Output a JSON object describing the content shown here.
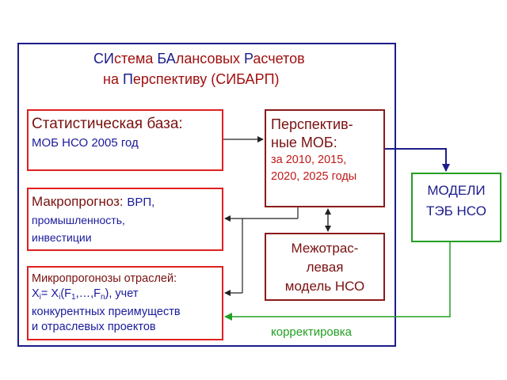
{
  "title": {
    "line1": {
      "p1": "СИ",
      "p2": "стема ",
      "p3": "БА",
      "p4": "лансовых ",
      "p5": "Р",
      "p6": "асчетов"
    },
    "line2": {
      "p1": "на ",
      "p2": "П",
      "p3": "ерспективу (СИБАРП)"
    }
  },
  "stat_box": {
    "heading": "Статистическая база:",
    "subtitle": "МОБ НСО 2005 год"
  },
  "macro_box": {
    "heading": "Макропрогноз: ",
    "heading_rest": "ВРП,",
    "line2": "промышленность,",
    "line3": "инвестиции"
  },
  "micro_box": {
    "line1": "Микропрогонозы отраслей:",
    "formula": {
      "x": "X",
      "i": "i",
      "eq": "= X",
      "i2": "i",
      "open": "(F",
      "one": "1",
      "mid": ",…,F",
      "n": "n",
      "close": "), учет"
    },
    "line3": "конкурентных преимуществ",
    "line4": "и отраслевых проектов"
  },
  "persp_box": {
    "line1": "Перспектив-",
    "line2": "ные МОБ:",
    "line3": "за 2010, 2015,",
    "line4": "2020, 2025 годы"
  },
  "inter_box": {
    "line1": "Межотрас-",
    "line2": "левая",
    "line3": "модель НСО"
  },
  "models_box": {
    "line1": "МОДЕЛИ",
    "line2": "ТЭБ НСО"
  },
  "correction_label": "корректировка",
  "colors": {
    "frame": "#1c1c8c",
    "red_border": "#e02020",
    "maroon_border": "#8b1a1a",
    "green": "#22a022",
    "blue_text": "#1a1a9c",
    "dark_text": "#7a1010"
  }
}
